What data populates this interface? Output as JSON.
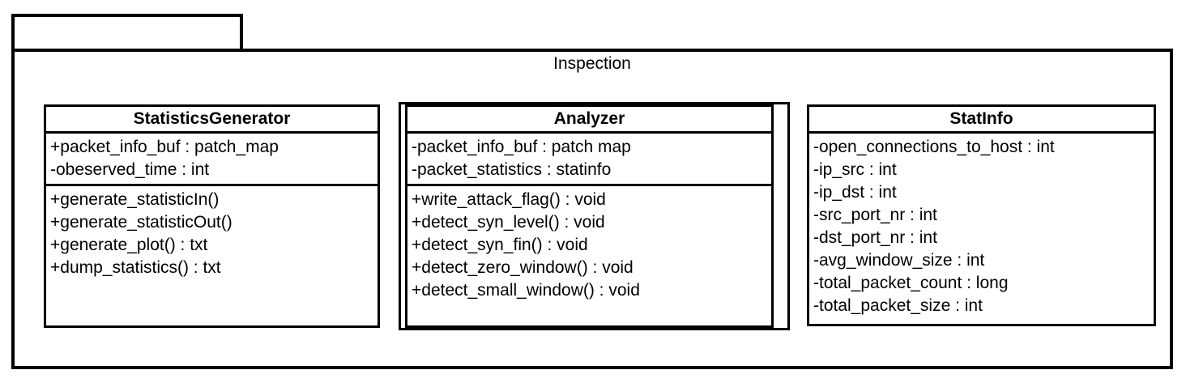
{
  "package": {
    "name": "Inspection",
    "tab_label": ""
  },
  "classes": [
    {
      "id": "StatisticsGenerator",
      "name": "StatisticsGenerator",
      "attributes": [
        "+packet_info_buf : patch_map",
        "-obeserved_time : int"
      ],
      "operations": [
        "+generate_statisticIn()",
        "+generate_statisticOut()",
        "+generate_plot() : txt",
        "+dump_statistics() : txt"
      ]
    },
    {
      "id": "Analyzer",
      "name": "Analyzer",
      "attributes": [
        "-packet_info_buf : patch map",
        "-packet_statistics : statinfo"
      ],
      "operations": [
        "+write_attack_flag() : void",
        "+detect_syn_level() : void",
        "+detect_syn_fin() : void",
        "+detect_zero_window() : void",
        "+detect_small_window() : void"
      ]
    },
    {
      "id": "StatInfo",
      "name": "StatInfo",
      "attributes": [
        "-open_connections_to_host : int",
        "-ip_src : int",
        "-ip_dst : int",
        "-src_port_nr : int",
        "-dst_port_nr : int",
        "-avg_window_size : int",
        "-total_packet_count : long",
        "-total_packet_size : int"
      ],
      "operations": []
    }
  ],
  "colors": {
    "stroke": "#000000",
    "fill": "#ffffff",
    "text": "#000000"
  }
}
